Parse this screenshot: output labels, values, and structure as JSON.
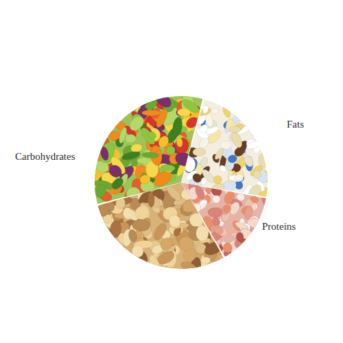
{
  "diagram": {
    "labels": [
      "Carbohydrates",
      "Fats",
      "Proteins"
    ]
  }
}
